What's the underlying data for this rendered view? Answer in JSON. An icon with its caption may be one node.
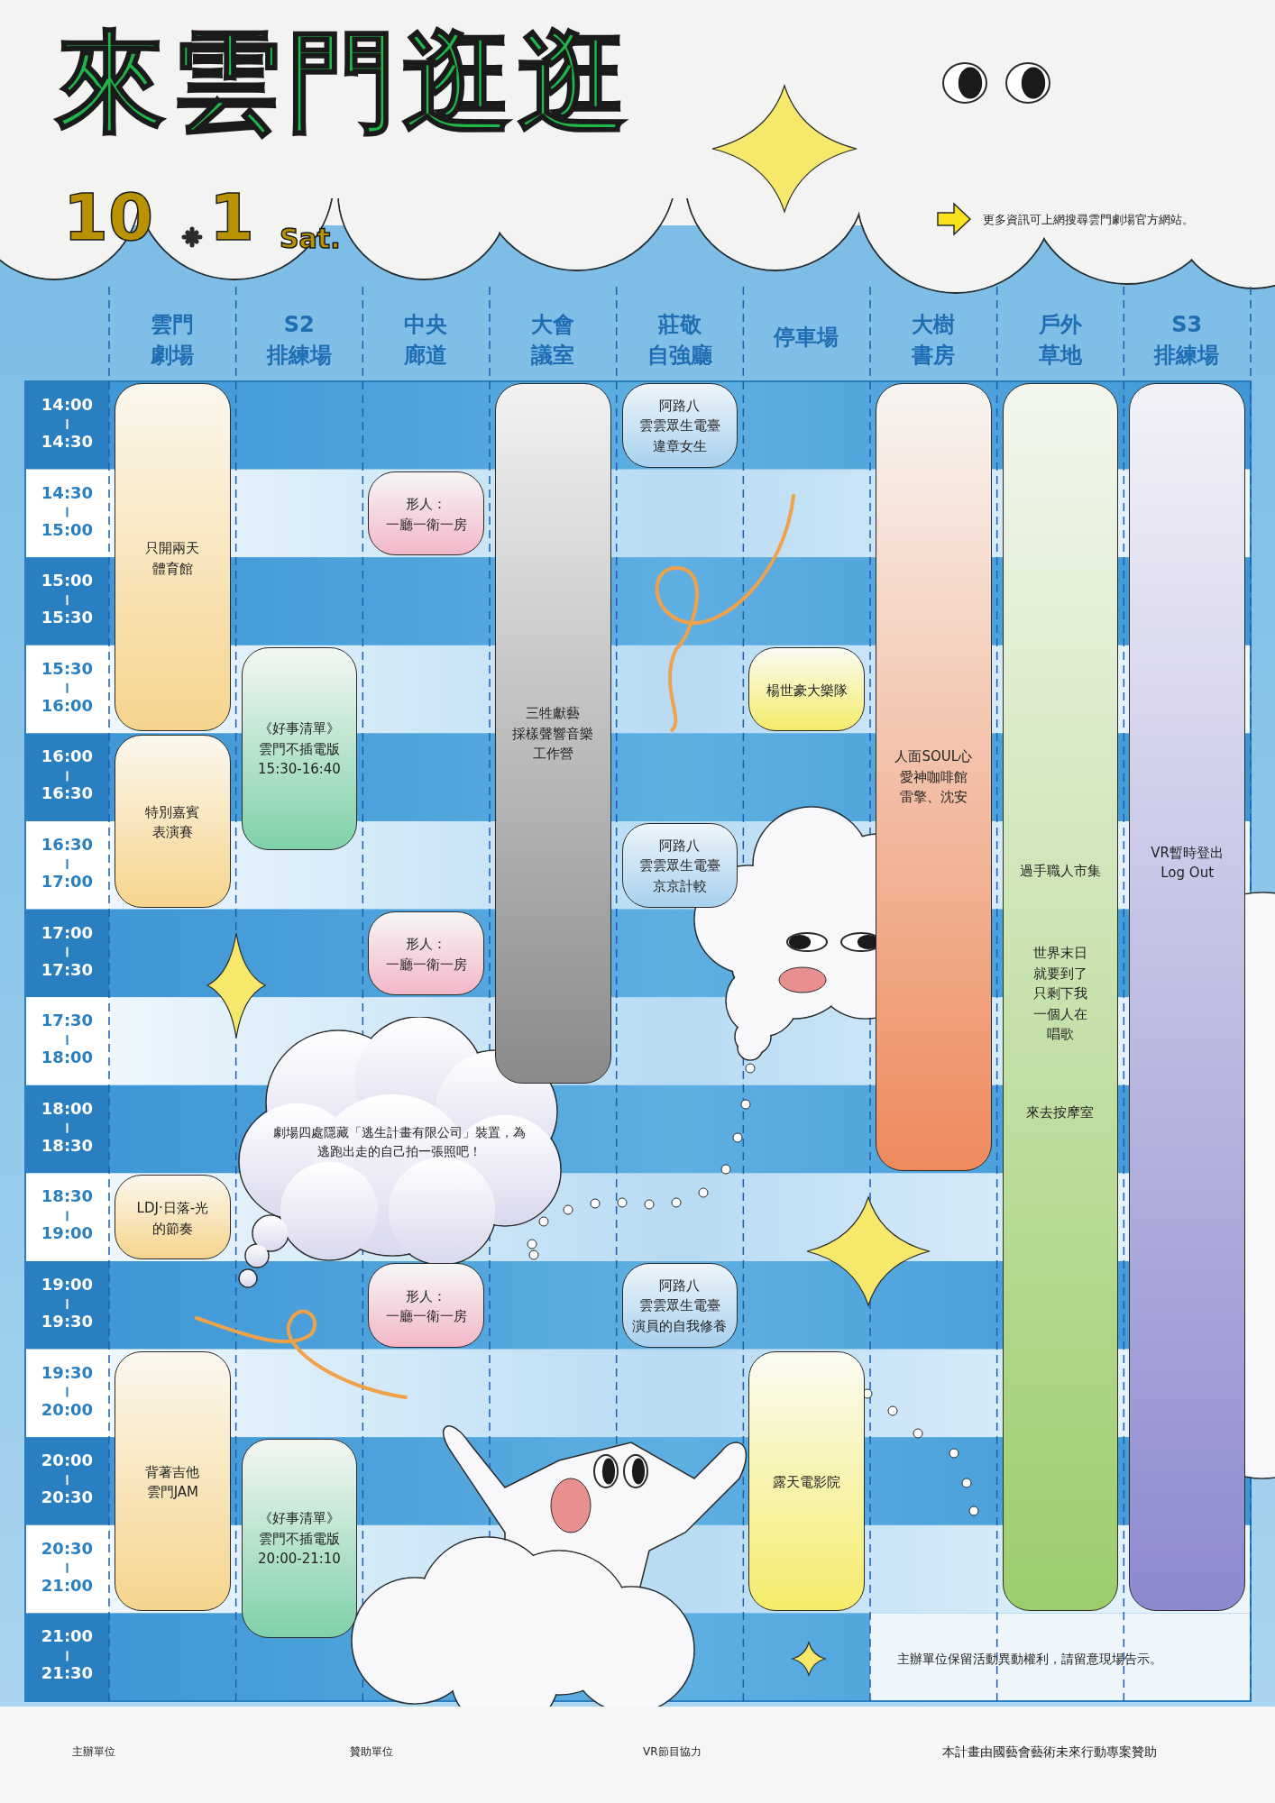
{
  "diagram": {
    "nodes": [
      {
        "text": [
          "只開兩天體育館"
        ]
      },
      {
        "text": [
          "特別嘉賓表演賽"
        ]
      },
      {
        "text": [
          "LDJ‧日落-光的節奏"
        ]
      },
      {
        "text": [
          "背著吉他雲門JAM"
        ]
      },
      {
        "text": [
          "《好事清單》雲門不插電版",
          "15:30-16:40"
        ]
      },
      {
        "text": [
          "《好事清單》雲門不插電版",
          "20:00-21:10"
        ]
      },
      {
        "text": [
          "形人：",
          "一廳一衛一房"
        ]
      },
      {
        "text": [
          "形人：",
          "一廳一衛一房"
        ]
      },
      {
        "text": [
          "形人：",
          "一廳一衛一房"
        ]
      },
      {
        "text": [
          "三牲獻藝",
          "採樣聲響音樂工作營"
        ]
      },
      {
        "text": [
          "阿路八",
          "雲雲眾生電臺",
          "違章女生"
        ]
      },
      {
        "text": [
          "阿路八",
          "雲雲眾生電臺",
          "京京計較"
        ]
      },
      {
        "text": [
          "阿路八",
          "雲雲眾生電臺",
          "演員的自我修養"
        ]
      },
      {
        "text": [
          "楊世豪大樂隊"
        ]
      },
      {
        "text": [
          "露天電影院"
        ]
      },
      {
        "text": [
          "人面SOUL心",
          "愛神咖啡館",
          "雷擎、沈安"
        ]
      },
      {
        "text": [
          "過手職人市集",
          "世界末日就要到了只剩下我一個人在唱歌",
          "來去按摩室"
        ]
      },
      {
        "text": [
          "VR暫時登出",
          "Log Out"
        ]
      },
      {
        "text": [
          "劇場四處隱藏「逃生計畫有限公司」裝置，為逃跑出走的自己拍一張照吧！"
        ]
      }
    ],
    "labels": [
      "來雲門逛逛",
      "10",
      "1",
      "Sat.",
      "更多資訊可上網搜尋雲門劇場官方網站。",
      "雲門",
      "劇場",
      "S2",
      "排練場",
      "中央",
      "廊道",
      "大會",
      "議室",
      "莊敬",
      "自強廳",
      "停車場",
      "大樹",
      "書房",
      "戶外",
      "草地",
      "S3",
      "排練場",
      "14:00",
      "14:30",
      "14:30",
      "15:00",
      "15:00",
      "15:30",
      "15:30",
      "16:00",
      "16:00",
      "16:30",
      "16:30",
      "17:00",
      "17:00",
      "17:30",
      "17:30",
      "18:00",
      "18:00",
      "18:30",
      "18:30",
      "19:00",
      "19:00",
      "19:30",
      "19:30",
      "20:00",
      "20:00",
      "20:30",
      "20:30",
      "21:00",
      "21:00",
      "21:30",
      "主辦單位保留活動異動權利，請留意現場告示。",
      "主辦單位",
      "贊助單位",
      "VR節目協力",
      "本計畫由國藝會藝術未來行動專案贊助"
    ]
  }
}
